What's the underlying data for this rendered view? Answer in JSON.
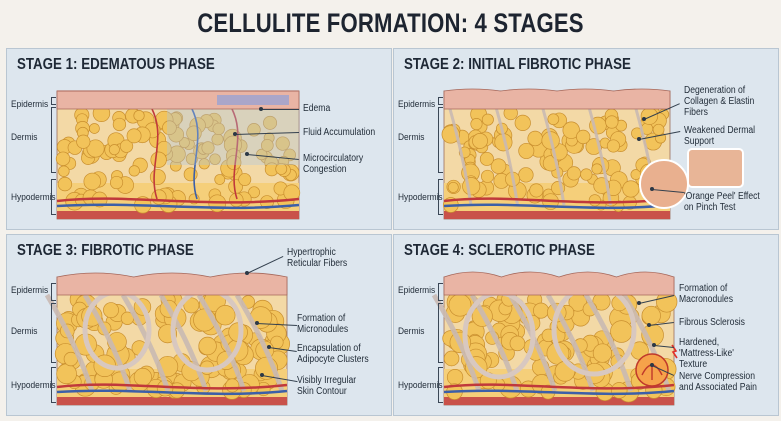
{
  "title": "CELLULITE FORMATION: 4 STAGES",
  "layers": {
    "epidermis": "Epidermis",
    "dermis": "Dermis",
    "hypodermis": "Hypodermis"
  },
  "colors": {
    "background": "#dde6ee",
    "fat": "#f2c35a",
    "skin": "#e9b4a4",
    "vessel_red": "#c0393b",
    "vessel_blue": "#3c5fa8",
    "fiber": "#c9b9b2"
  },
  "panels": [
    {
      "title": "STAGE 1: EDEMATOUS PHASE",
      "labels": [
        "Edema",
        "Fluid Accumulation",
        "Microcirculatory\nCongestion"
      ]
    },
    {
      "title": "STAGE 2: INITIAL FIBROTIC PHASE",
      "labels": [
        "Degeneration of\nCollagen & Elastin\nFibers",
        "Weakened Dermal\nSupport",
        "'Orange Peel' Effect\non Pinch Test"
      ]
    },
    {
      "title": "STAGE 3: FIBROTIC PHASE",
      "labels": [
        "Hypertrophic\nReticular Fibers",
        "Formation of\nMicronodules",
        "Encapsulation of\nAdipocyte Clusters",
        "Visibly Irregular\nSkin Contour"
      ]
    },
    {
      "title": "STAGE 4: SCLEROTIC PHASE",
      "labels": [
        "Formation of\nMacronodules",
        "Fibrous Sclerosis",
        "Hardened,\n'Mattress-Like'\nTexture",
        "Nerve Compression\nand Associated Pain"
      ]
    }
  ]
}
